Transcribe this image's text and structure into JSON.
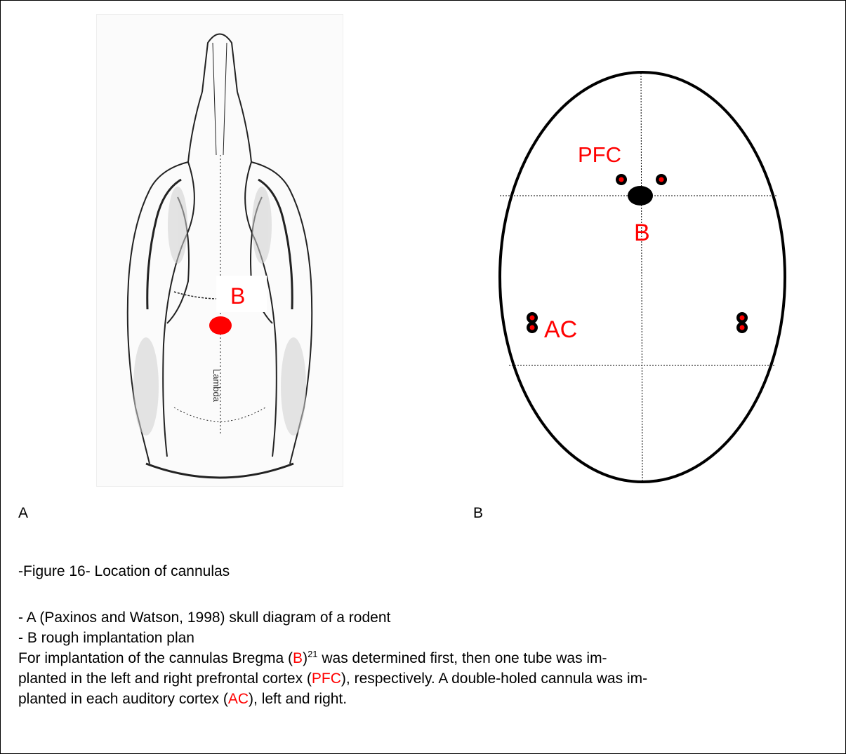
{
  "panel_a": {
    "bregma_label": "B",
    "lambda_label": "Lambda"
  },
  "panel_b": {
    "pfc_label": "PFC",
    "bregma_label": "B",
    "ac_label": "AC"
  },
  "labels": {
    "a": "A",
    "b": "B"
  },
  "caption": {
    "title": "-Figure 16- Location of cannulas",
    "line_a": "- A (Paxinos and Watson, 1998) skull diagram of a rodent",
    "line_b": "- B rough implantation plan",
    "para_1": "For implantation of the cannulas Bregma (",
    "para_b": "B",
    "para_2": ")",
    "para_sup": "21",
    "para_3": " was determined first, then one tube was im-",
    "para_line2a": "planted in the left and right prefrontal cortex (",
    "para_pfc": "PFC",
    "para_line2b": "), respectively. A double-holed cannula was im-",
    "para_line3a": "planted in each auditory cortex (",
    "para_ac": "AC",
    "para_line3b": "), left and right."
  },
  "colors": {
    "accent": "#ff0000",
    "ink": "#000000"
  }
}
